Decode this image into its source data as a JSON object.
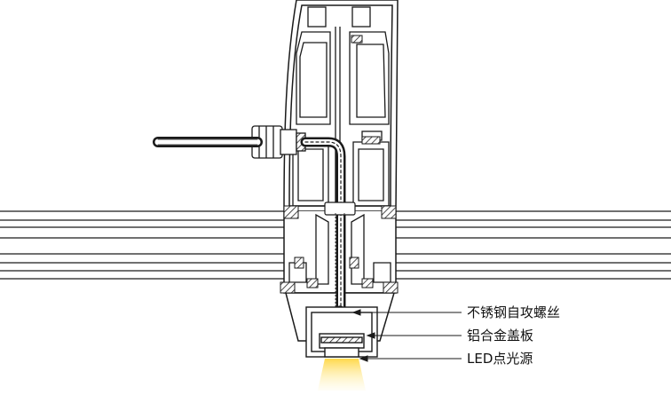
{
  "labels": {
    "screw": "不锈钢自攻螺丝",
    "cover": "铝合金盖板",
    "led": "LED点光源"
  },
  "colors": {
    "line": "#1a1a1a",
    "glass": "#ffffff",
    "hatch": "#222222",
    "cable": "#222222",
    "light": "#ffe566"
  }
}
